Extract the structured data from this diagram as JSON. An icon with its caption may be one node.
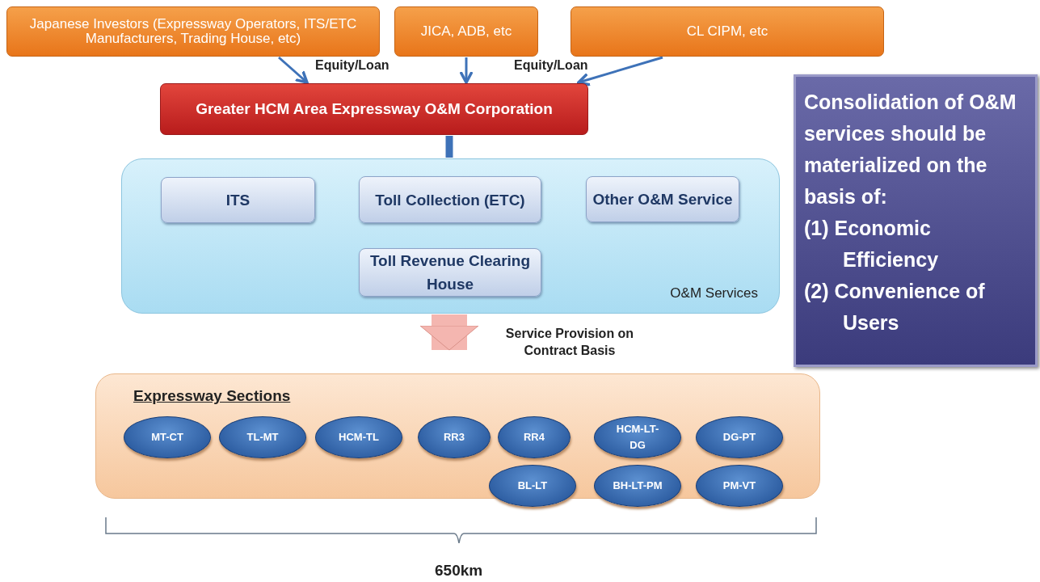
{
  "diagram": {
    "nodes": [
      {
        "text": [
          "Japanese Investors (Expressway Operators, ITS/ETC Manufacturers, Trading House, etc)"
        ]
      },
      {
        "text": [
          "JICA, ADB, etc"
        ]
      },
      {
        "text": [
          "CL CIPM, etc"
        ]
      },
      {
        "text": [
          "Greater HCM Area Expressway O&M Corporation"
        ]
      },
      {
        "text": [
          "O&M Services"
        ]
      },
      {
        "text": [
          "ITS"
        ],
        "in": 4
      },
      {
        "text": [
          "Toll Collection (ETC)"
        ],
        "in": 4
      },
      {
        "text": [
          "Other O&M Service"
        ],
        "in": 4
      },
      {
        "text": [
          "Toll Revenue Clearing House"
        ],
        "in": 4
      },
      {
        "text": [
          "Expressway Sections"
        ]
      },
      {
        "text": [
          "MT-CT"
        ],
        "in": 9
      },
      {
        "text": [
          "TL-MT"
        ],
        "in": 9
      },
      {
        "text": [
          "HCM-TL"
        ],
        "in": 9
      },
      {
        "text": [
          "RR3"
        ],
        "in": 9
      },
      {
        "text": [
          "RR4"
        ],
        "in": 9
      },
      {
        "text": [
          "HCM-LT-DG"
        ],
        "in": 9
      },
      {
        "text": [
          "DG-PT"
        ],
        "in": 9
      },
      {
        "text": [
          "BL-LT"
        ],
        "in": 9
      },
      {
        "text": [
          "BH-LT-PM"
        ],
        "in": 9
      },
      {
        "text": [
          "PM-VT"
        ],
        "in": 9
      },
      {
        "text": [
          "Consolidation of O&M services should be materialized on the basis of:",
          "(1) Economic Efficiency",
          "(2) Convenience of Users"
        ]
      }
    ],
    "edges": [
      {
        "from": 0,
        "to": 3,
        "arrow": "to"
      },
      {
        "from": 1,
        "to": 3,
        "arrow": "to"
      },
      {
        "from": 2,
        "to": 3,
        "arrow": "to"
      },
      {
        "from": 3,
        "to": 4,
        "arrow": "none",
        "style": "thick"
      },
      {
        "from": 4,
        "to": 9,
        "arrow": "to",
        "label": "Service Provision on Contract Basis",
        "style": "thick",
        "color": "#f4b6b0"
      }
    ],
    "labels": [
      "Equity/Loan",
      "Equity/Loan",
      "650km"
    ]
  }
}
